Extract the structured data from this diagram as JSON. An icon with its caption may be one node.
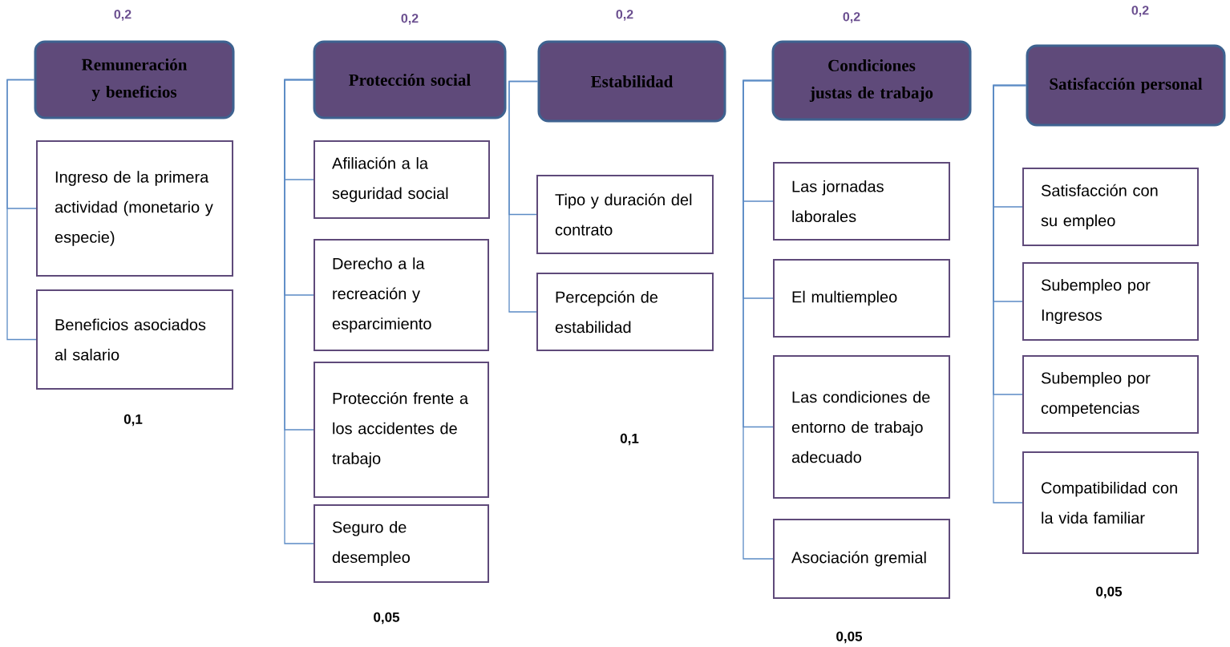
{
  "diagram": {
    "nodes": [
      {
        "text": [
          "Remuneración y beneficios"
        ],
        "beside": [
          "0,2"
        ]
      },
      {
        "text": [
          "Ingreso de la primera actividad (monetario y especie)"
        ]
      },
      {
        "text": [
          "Beneficios asociados al salario"
        ]
      },
      {
        "text": [
          "Protección social"
        ],
        "beside": [
          "0,2"
        ]
      },
      {
        "text": [
          "Afiliación a la seguridad social"
        ]
      },
      {
        "text": [
          "Derecho a la recreación y esparcimiento"
        ]
      },
      {
        "text": [
          "Protección frente a los accidentes de trabajo"
        ]
      },
      {
        "text": [
          "Seguro de desempleo"
        ]
      },
      {
        "text": [
          "Estabilidad"
        ],
        "beside": [
          "0,2"
        ]
      },
      {
        "text": [
          "Tipo y duración del contrato"
        ]
      },
      {
        "text": [
          "Percepción de estabilidad"
        ]
      },
      {
        "text": [
          "Condiciones justas de trabajo"
        ],
        "beside": [
          "0,2"
        ]
      },
      {
        "text": [
          "Las jornadas laborales"
        ]
      },
      {
        "text": [
          "El multiempleo"
        ]
      },
      {
        "text": [
          "Las condiciones de entorno de trabajo adecuado"
        ]
      },
      {
        "text": [
          "Asociación gremial"
        ]
      },
      {
        "text": [
          "Satisfacción personal"
        ],
        "beside": [
          "0,2"
        ]
      },
      {
        "text": [
          "Satisfacción con su empleo"
        ]
      },
      {
        "text": [
          "Subempleo por Ingresos"
        ]
      },
      {
        "text": [
          "Subempleo por competencias"
        ]
      },
      {
        "text": [
          "Compatibilidad con la vida familiar"
        ]
      }
    ],
    "edges": [
      {
        "from": 0,
        "to": 1,
        "arrow": "none"
      },
      {
        "from": 0,
        "to": 2,
        "arrow": "none"
      },
      {
        "from": 3,
        "to": 4,
        "arrow": "none"
      },
      {
        "from": 3,
        "to": 5,
        "arrow": "none"
      },
      {
        "from": 3,
        "to": 6,
        "arrow": "none"
      },
      {
        "from": 3,
        "to": 7,
        "arrow": "none"
      },
      {
        "from": 8,
        "to": 9,
        "arrow": "none"
      },
      {
        "from": 8,
        "to": 10,
        "arrow": "none"
      },
      {
        "from": 11,
        "to": 12,
        "arrow": "none"
      },
      {
        "from": 11,
        "to": 13,
        "arrow": "none"
      },
      {
        "from": 11,
        "to": 14,
        "arrow": "none"
      },
      {
        "from": 11,
        "to": 15,
        "arrow": "none"
      },
      {
        "from": 16,
        "to": 17,
        "arrow": "none"
      },
      {
        "from": 16,
        "to": 18,
        "arrow": "none"
      },
      {
        "from": 16,
        "to": 19,
        "arrow": "none"
      },
      {
        "from": 16,
        "to": 20,
        "arrow": "none"
      }
    ],
    "labels": [
      "0,1",
      "0,1",
      "0,05",
      "0,05",
      "0,05"
    ]
  }
}
